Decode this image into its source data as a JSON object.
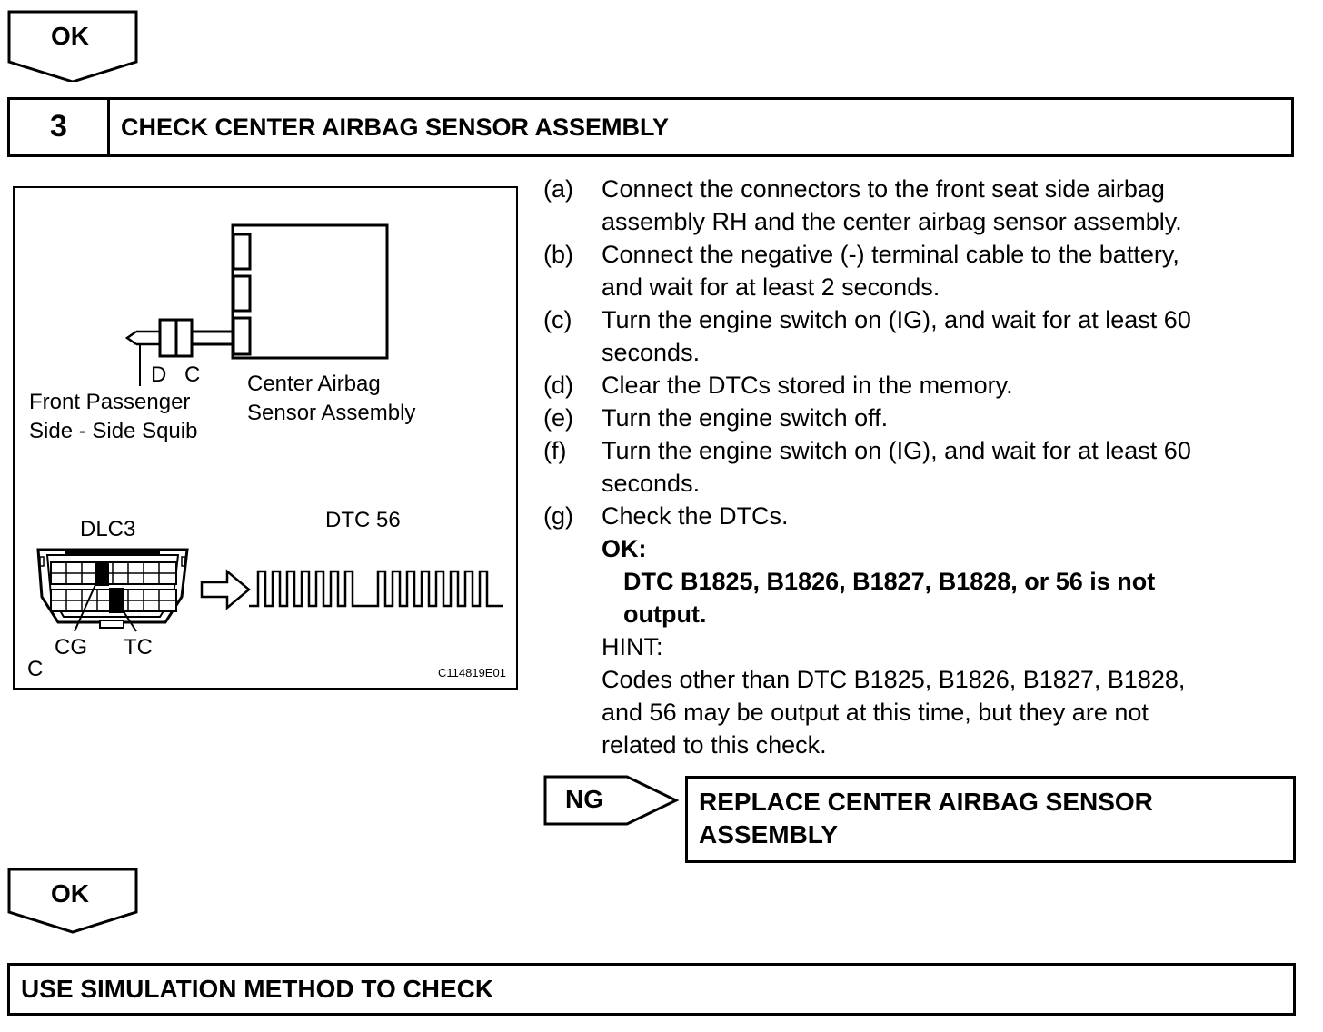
{
  "flags": {
    "ok_top": "OK",
    "ok_bottom": "OK",
    "ng": "NG"
  },
  "step": {
    "number": "3",
    "title": "CHECK CENTER AIRBAG SENSOR ASSEMBLY"
  },
  "figure": {
    "connector_d": "D",
    "connector_c": "C",
    "squib_label_1": "Front Passenger",
    "squib_label_2": "Side - Side Squib",
    "sensor_label_1": "Center Airbag",
    "sensor_label_2": "Sensor Assembly",
    "dlc_label": "DLC3",
    "dtc_label": "DTC 56",
    "cg_label": "CG",
    "tc_label": "TC",
    "corner_label": "C",
    "figure_id": "C114819E01"
  },
  "instructions": {
    "a": {
      "letter": "(a)",
      "line1": "Connect the connectors to the front seat side airbag",
      "line2": "assembly RH and the center airbag sensor assembly."
    },
    "b": {
      "letter": "(b)",
      "line1": "Connect the negative (-) terminal cable to the battery,",
      "line2": "and wait for at least 2 seconds."
    },
    "c": {
      "letter": "(c)",
      "line1": "Turn the engine switch on (IG), and wait for at least 60",
      "line2": "seconds."
    },
    "d": {
      "letter": "(d)",
      "line1": "Clear the DTCs stored in the memory."
    },
    "e": {
      "letter": "(e)",
      "line1": "Turn the engine switch off."
    },
    "f": {
      "letter": "(f)",
      "line1": "Turn the engine switch on (IG), and wait for at least 60",
      "line2": "seconds."
    },
    "g": {
      "letter": "(g)",
      "line1": "Check the DTCs."
    },
    "ok_label": "OK:",
    "ok_line1": "DTC B1825, B1826, B1827, B1828, or 56 is not",
    "ok_line2": "output.",
    "hint_label": "HINT:",
    "hint_line1": "Codes other than DTC B1825, B1826, B1827, B1828,",
    "hint_line2": "and 56 may be output at this time, but they are not",
    "hint_line3": "related to this check."
  },
  "replace": {
    "line1": "REPLACE CENTER AIRBAG SENSOR",
    "line2": "ASSEMBLY"
  },
  "simulation": {
    "title": "USE SIMULATION METHOD TO CHECK"
  }
}
